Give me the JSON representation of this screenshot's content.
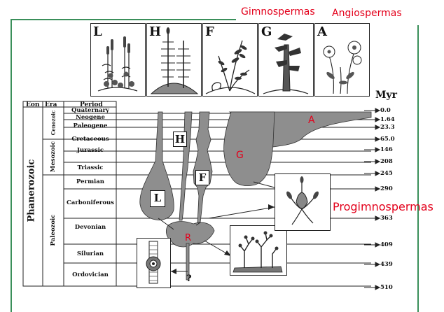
{
  "header": {
    "gymnosperms": "Gimnospermas",
    "angiosperms": "Angiospermas"
  },
  "panels": [
    {
      "letter": "L",
      "icon": "lycopod-plant-icon"
    },
    {
      "letter": "H",
      "icon": "horsetail-plant-icon"
    },
    {
      "letter": "F",
      "icon": "fern-plant-icon"
    },
    {
      "letter": "G",
      "icon": "conifer-tree-icon"
    },
    {
      "letter": "A",
      "icon": "flowering-plant-icon"
    }
  ],
  "table": {
    "col_eon": "Eon",
    "col_era": "Era",
    "col_period": "Period",
    "eon": "Phanerozoic",
    "eras": [
      "Cenozoic",
      "Mesozoic",
      "Paleozoic"
    ],
    "periods": [
      "Quaternary",
      "Neogene",
      "Paleogene",
      "Cretaceous",
      "Jurassic",
      "Triassic",
      "Permian",
      "Carboniferous",
      "Devonian",
      "Silurian",
      "Ordovician"
    ]
  },
  "timescale": {
    "unit": "Myr",
    "values": [
      "0.0",
      "1.64",
      "23.3",
      "65.0",
      "146",
      "208",
      "245",
      "290",
      "363",
      "409",
      "439",
      "510"
    ]
  },
  "lineages": {
    "L": "L",
    "H": "H",
    "F": "F",
    "G": "G",
    "A": "A",
    "R": "R"
  },
  "annotations": {
    "progymnosperms": "Progimnospermas",
    "question": "?"
  },
  "colors": {
    "red_label": "#e3001b",
    "frame": "#3a8f5a",
    "lineage_fill": "#8e8e8e"
  }
}
